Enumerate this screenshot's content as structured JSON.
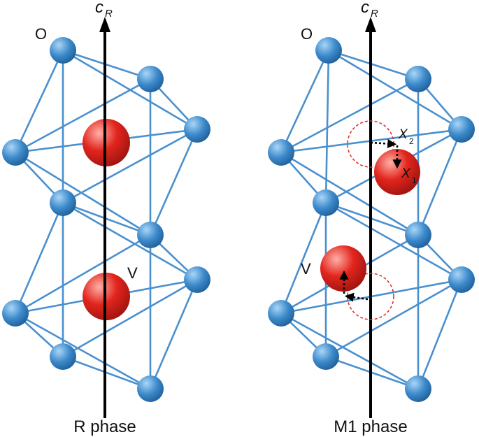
{
  "colors": {
    "oxygen": "#3a86c8",
    "oxygen_light": "#9fd0f5",
    "vanadium": "#e02a22",
    "vanadium_light": "#ff9a90",
    "bond": "#4a90cf",
    "axis": "#000000",
    "orbit": "#e0302a"
  },
  "left_panel": {
    "axis_label": "c",
    "axis_sub": "R",
    "oxygen_label": "O",
    "vanadium_label": "V",
    "phase_label": "R phase"
  },
  "right_panel": {
    "axis_label": "c",
    "axis_sub": "R",
    "oxygen_label": "O",
    "vanadium_label": "V",
    "phase_label": "M1 phase",
    "x2_label": "X",
    "x2_sub": "2",
    "x1_label": "X",
    "x1_sub": "1"
  }
}
